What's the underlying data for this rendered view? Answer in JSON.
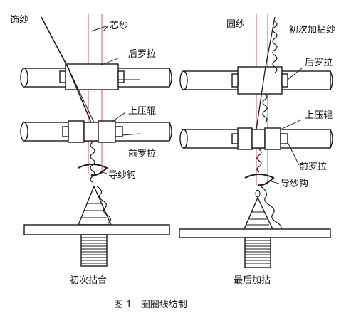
{
  "left_panel": {
    "label_decor_yarn": "饰纱",
    "label_core_yarn": "芯纱",
    "label_back_roller": "后罗拉",
    "label_top_roller": "上压辊",
    "label_front_roller": "前罗拉",
    "label_yarn_guide": "导纱钩",
    "subtitle": "初次拈合"
  },
  "right_panel": {
    "label_binding_yarn": "固纱",
    "label_first_twist_yarn": "初次加拈纱",
    "label_back_roller": "后罗拉",
    "label_top_roller": "上压辊",
    "label_front_roller": "前罗拉",
    "label_yarn_guide": "导纱钩",
    "subtitle": "最后加拈"
  },
  "caption": "图 1   圈圈线纺制",
  "colors": {
    "line": "#1a1a1a",
    "core_yarn": "#e26a8c",
    "roller_fill": "#ffffff"
  }
}
